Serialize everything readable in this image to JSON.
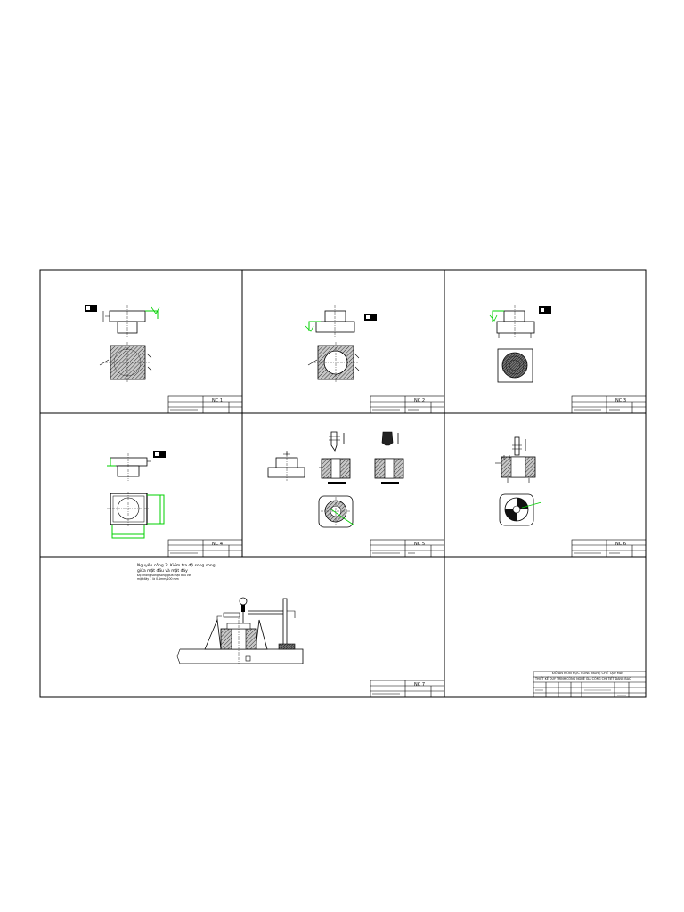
{
  "document": {
    "panels": [
      {
        "label": "NC 1"
      },
      {
        "label": "NC 2"
      },
      {
        "label": "NC 3"
      },
      {
        "label": "NC 4"
      },
      {
        "label": "NC 5"
      },
      {
        "label": "NC 6"
      },
      {
        "label": "NC 7"
      }
    ],
    "operation_7": {
      "title": "Nguyên công 7: Kiểm tra độ song song",
      "subtitle": "giữa mặt đầu và mặt đáy",
      "note_1": "Độ không song song giữa mặt đầu với",
      "note_2": "mặt đáy 1 là 0.1mm/100 mm"
    },
    "master_block": {
      "line_1": "ĐỒ ÁN MÔN HỌC CÔNG NGHỆ CHẾ TẠO MÁY",
      "line_2": "THIẾT KẾ QUY TRÌNH CÔNG NGHỆ GIA CÔNG CHI TIẾT DẠNG BẠC"
    }
  }
}
